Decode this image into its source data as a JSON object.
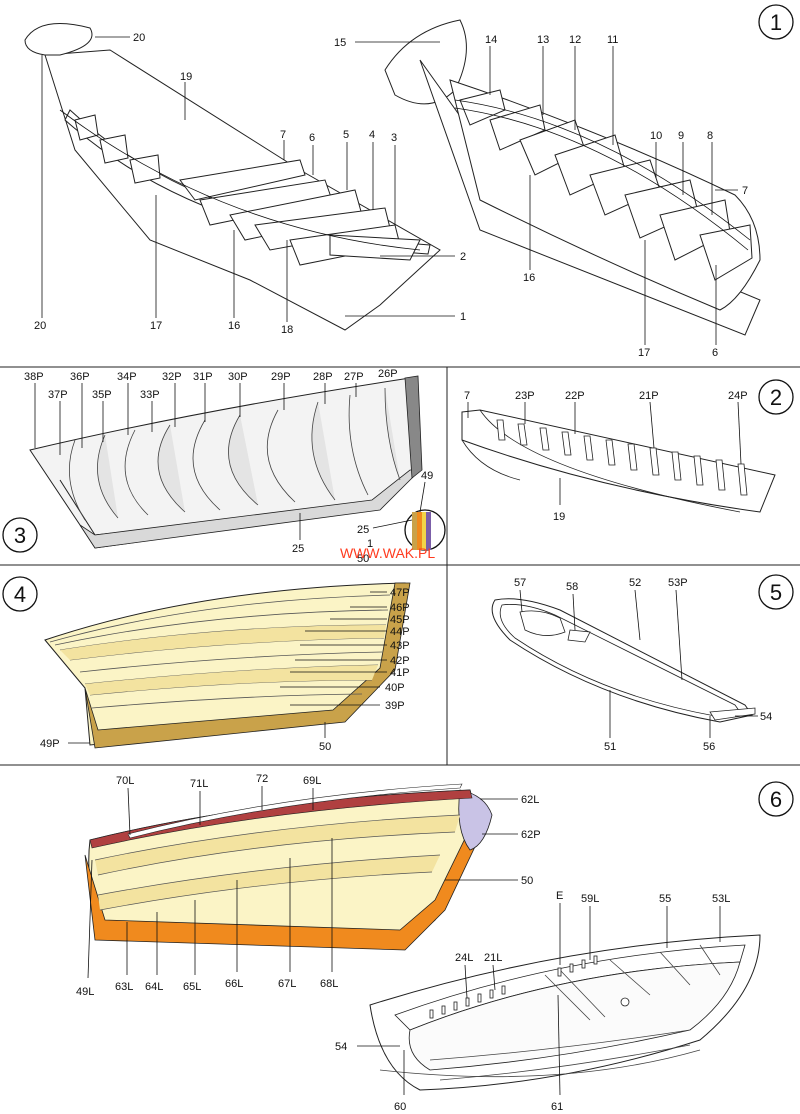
{
  "colors": {
    "line": "#111111",
    "planking_light": "#fbf4c6",
    "planking_mid": "#f3e3a0",
    "keel_tan": "#c9a24a",
    "keel_orange": "#f08a1e",
    "gunwale_red": "#b04040",
    "stem_lilac": "#c9c3e6",
    "grey_strip": "#d8d8d8",
    "watermark": "#ff3b1f"
  },
  "steps": [
    {
      "number": "1"
    },
    {
      "number": "2"
    },
    {
      "number": "3"
    },
    {
      "number": "4"
    },
    {
      "number": "5"
    },
    {
      "number": "6"
    }
  ],
  "watermark": "WWW.WAK.PL",
  "panel1": {
    "left_labels": [
      "20",
      "19",
      "7",
      "6",
      "5",
      "4",
      "3",
      "2",
      "1",
      "18",
      "16",
      "17",
      "20"
    ],
    "right_labels": [
      "15",
      "14",
      "13",
      "12",
      "11",
      "10",
      "9",
      "8",
      "7",
      "6",
      "17",
      "16"
    ]
  },
  "panel3": {
    "labels": [
      "38P",
      "37P",
      "36P",
      "35P",
      "34P",
      "33P",
      "32P",
      "31P",
      "30P",
      "29P",
      "28P",
      "27P",
      "26P",
      "25",
      "49",
      "25",
      "1",
      "50"
    ]
  },
  "panel2": {
    "labels": [
      "7",
      "23P",
      "22P",
      "21P",
      "24P",
      "19"
    ]
  },
  "panel4": {
    "labels": [
      "47P",
      "46P",
      "45P",
      "44P",
      "43P",
      "42P",
      "41P",
      "40P",
      "39P",
      "49P",
      "50"
    ]
  },
  "panel5": {
    "labels": [
      "57",
      "58",
      "52",
      "53P",
      "54",
      "51",
      "56"
    ]
  },
  "panel6": {
    "labels": [
      "70L",
      "71L",
      "72",
      "69L",
      "62L",
      "62P",
      "50",
      "49L",
      "63L",
      "64L",
      "65L",
      "66L",
      "67L",
      "68L",
      "E",
      "59L",
      "55",
      "53L",
      "24L",
      "21L",
      "54",
      "60",
      "61"
    ]
  }
}
